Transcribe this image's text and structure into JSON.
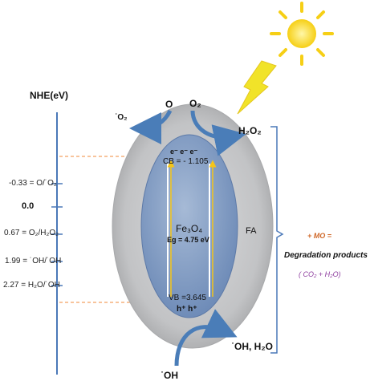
{
  "axis": {
    "title": "NHE(eV)",
    "ticks": [
      "-0.33 = O/˙O₂",
      "0.0",
      "0.67 = O₂/H₂O₂",
      "1.99 = ˙OH/˙OH",
      "2.27 = H₂O/˙OH"
    ]
  },
  "particle": {
    "core_name": "Fe₃O₄",
    "band_gap": "Eg = 4.75 eV",
    "cb": "CB = - 1.105",
    "vb": "VB =3.645",
    "electrons": "e⁻  e⁻  e⁻",
    "holes": "h⁺  h⁺",
    "shell": "FA"
  },
  "species": {
    "o2_radical": "˙O₂",
    "o": "O",
    "o2": "O₂",
    "h2o2": "H₂O₂",
    "oh_radical": "˙OH",
    "oh_h2o": "˙OH, H₂O"
  },
  "reaction": {
    "mo": "+ MO =",
    "products": "Degradation products",
    "co2_h2o": "( CO₂ + H₂O)"
  },
  "colors": {
    "axis": "#4a78b8",
    "arrows": "#4a7db8",
    "dashed": "#f0883a",
    "shell": "#c4c5c7",
    "core": "#7d99c2",
    "sun": "#f7d51c",
    "lightning": "#f1e21e",
    "reaction_orange": "#d0692a",
    "reaction_purple": "#8e3e9f",
    "bracket": "#4a78b8"
  },
  "icons": [
    "sun-icon",
    "lightning-icon"
  ]
}
